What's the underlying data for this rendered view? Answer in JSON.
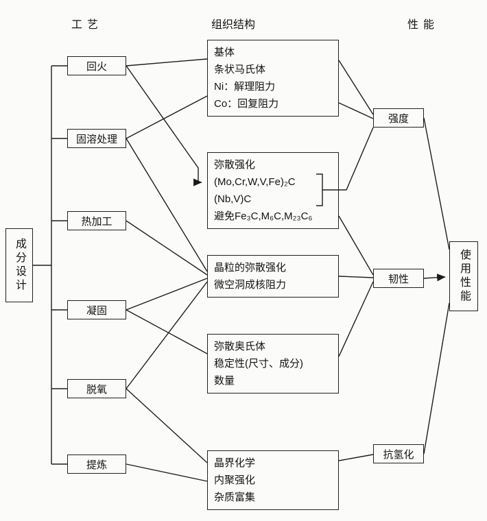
{
  "headers": {
    "process": "工艺",
    "structure": "组织结构",
    "properties": "性能"
  },
  "source": {
    "label": "成分设计"
  },
  "sink": {
    "label": "使用性能"
  },
  "process": [
    {
      "label": "回火"
    },
    {
      "label": "固溶处理"
    },
    {
      "label": "热加工"
    },
    {
      "label": "凝固"
    },
    {
      "label": "脱氧"
    },
    {
      "label": "提炼"
    }
  ],
  "microstructure": [
    {
      "lines": [
        "基体",
        "条状马氏体",
        "Ni：解理阻力",
        "Co：回复阻力"
      ]
    },
    {
      "lines": [
        "弥散强化",
        "(Mo,Cr,W,V,Fe)₂C",
        "(Nb,V)C",
        "避免Fe₃C,M₆C,M₂₃C₆"
      ]
    },
    {
      "lines": [
        "晶粒的弥散强化",
        "微空洞成核阻力"
      ]
    },
    {
      "lines": [
        "弥散奥氏体",
        "稳定性(尺寸、成分)",
        "数量"
      ]
    },
    {
      "lines": [
        "晶界化学",
        "内聚强化",
        "杂质富集"
      ]
    }
  ],
  "properties": [
    {
      "label": "强度"
    },
    {
      "label": "韧性"
    },
    {
      "label": "抗氢化"
    }
  ],
  "colors": {
    "line": "#1c1c1c",
    "background": "#fbfbf9",
    "text": "#121212"
  }
}
